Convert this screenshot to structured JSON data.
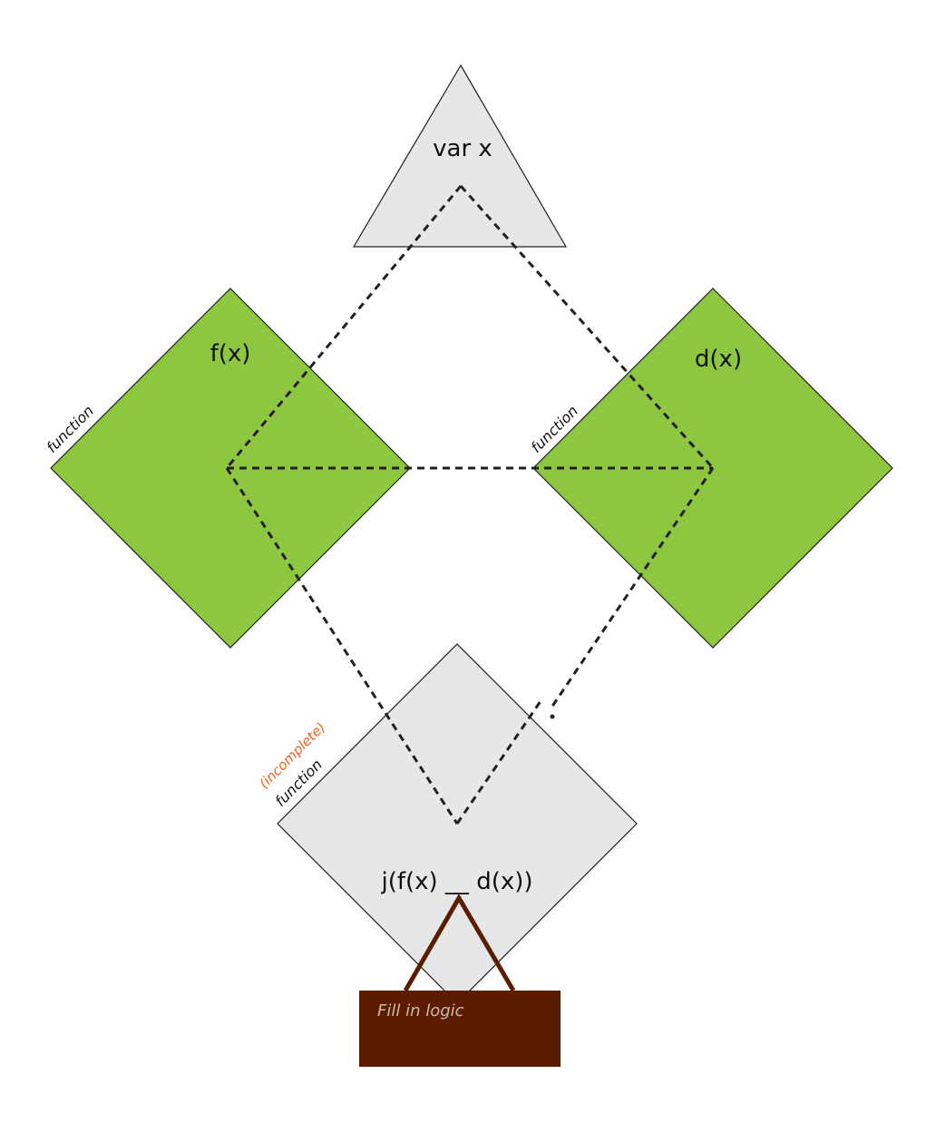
{
  "colors": {
    "background": "#ffffff",
    "gray_fill": "#e6e7e8",
    "green_fill": "#8dc63f",
    "outline": "#231f20",
    "dashed_line": "#231f20",
    "incomplete_tag": "#f26522",
    "logic_box": "#5c1c00",
    "logic_text": "#c8b9b0",
    "connector": "#5c1c00"
  },
  "nodes": {
    "var_x": {
      "label": "var x",
      "shape": "triangle"
    },
    "f_x": {
      "label": "f(x)",
      "shape": "diamond",
      "tag": "function"
    },
    "d_x": {
      "label": "d(x)",
      "shape": "diamond",
      "tag": "function"
    },
    "j": {
      "label": "j(f(x) __ d(x))",
      "shape": "diamond",
      "tag": "function",
      "status_tag": "(incomplete)"
    }
  },
  "logic_box": {
    "label": "Fill in logic"
  }
}
